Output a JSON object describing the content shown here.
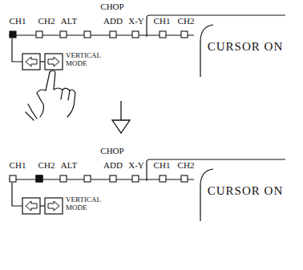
{
  "diagram": {
    "labels": [
      "CHOP",
      "CH1",
      "CH2",
      "ALT",
      "ADD",
      "X-Y",
      "CH1",
      "CH2",
      "CURSOR ON",
      "VERTICAL MODE",
      "CHOP",
      "CH1",
      "CH2",
      "ALT",
      "ADD",
      "X-Y",
      "CH1",
      "CH2",
      "CURSOR ON",
      "VERTICAL MODE"
    ]
  }
}
